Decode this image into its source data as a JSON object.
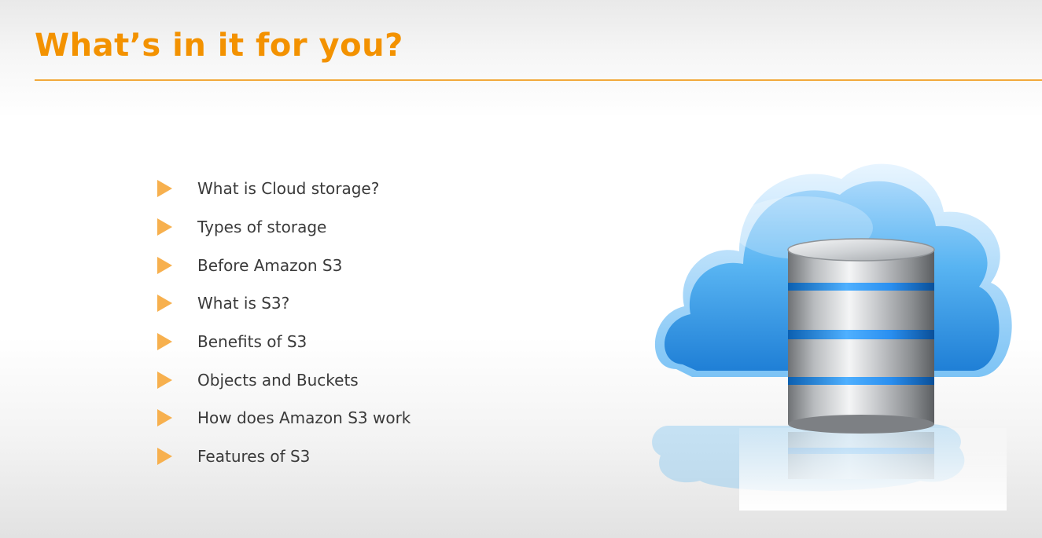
{
  "slide": {
    "title": "What’s in it for you?",
    "agenda": [
      {
        "label": "What is Cloud storage?"
      },
      {
        "label": "Types of storage"
      },
      {
        "label": "Before Amazon S3"
      },
      {
        "label": "What is S3?"
      },
      {
        "label": "Benefits of S3"
      },
      {
        "label": "Objects and Buckets"
      },
      {
        "label": "How does Amazon S3 work"
      },
      {
        "label": "Features of S3"
      }
    ],
    "illustration": "cloud-storage-database-icon"
  },
  "colors": {
    "accent": "#f39200",
    "bullet": "#f7b04e",
    "text": "#3a3a3a",
    "cloud": "#3fa2ec",
    "disk_band": "#1e8ff0"
  }
}
